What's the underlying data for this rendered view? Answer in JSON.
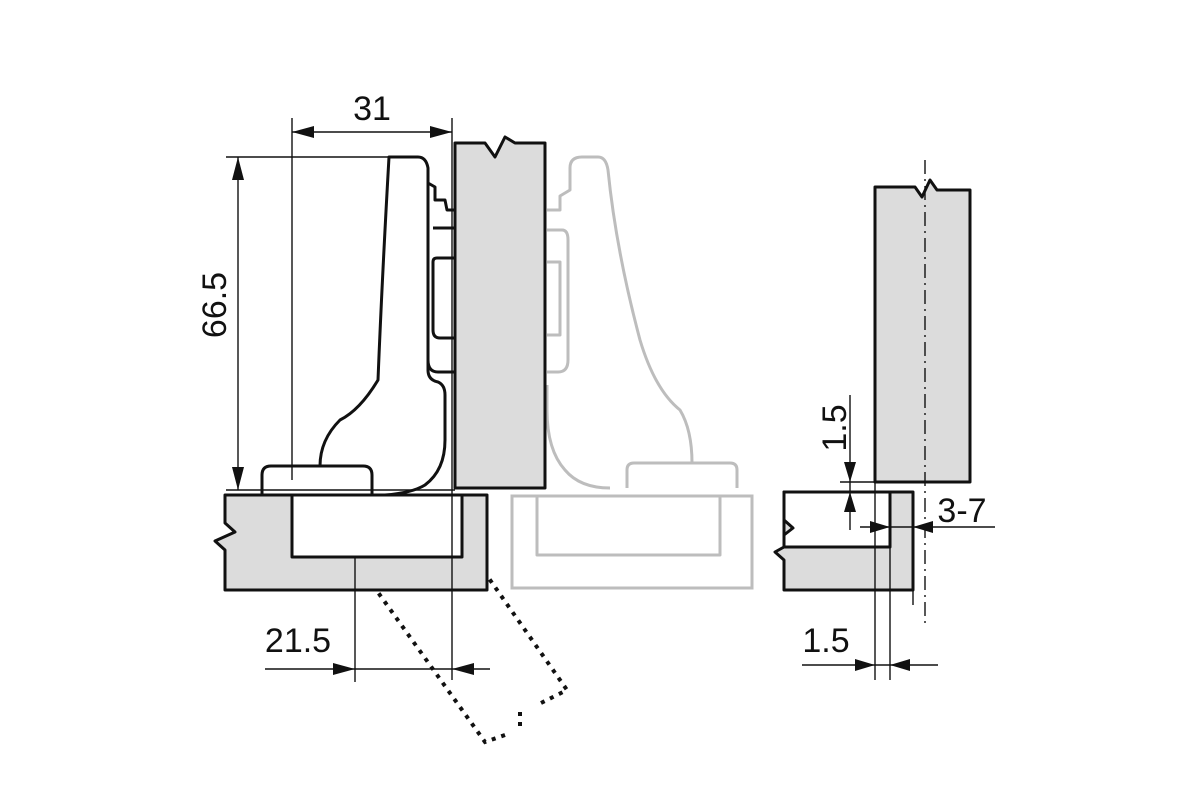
{
  "title": "Concealed hinge installation dimensions",
  "dimensions": {
    "hinge_width": "31",
    "hinge_height": "66.5",
    "cup_offset": "21.5",
    "gap_vertical": "1.5",
    "overlay_range": "3-7",
    "gap_horizontal": "1.5"
  },
  "colors": {
    "line": "#111111",
    "panel_fill": "#dcdcdc",
    "ghost_line": "#bdbdbd"
  }
}
